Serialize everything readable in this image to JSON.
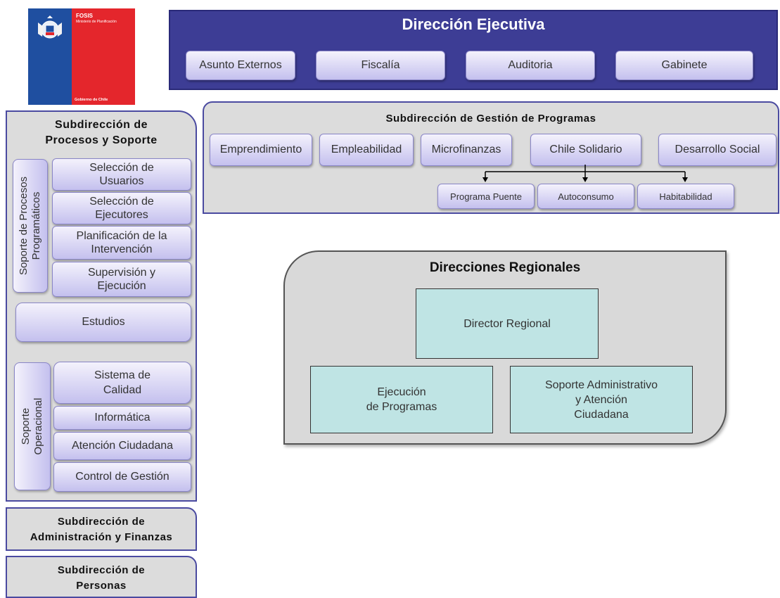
{
  "logo": {
    "line1": "FOSIS",
    "line2": "Ministerio de Planificación",
    "line3": "Gobierno de Chile"
  },
  "direccion_ejecutiva": {
    "title": "Dirección Ejecutiva",
    "units": [
      "Asunto Externos",
      "Fiscalía",
      "Auditoria",
      "Gabinete"
    ]
  },
  "gestion_programas": {
    "title": "Subdirección de Gestión de Programas",
    "programs": [
      "Emprendimiento",
      "Empleabilidad",
      "Microfinanzas",
      "Chile Solidario",
      "Desarrollo Social"
    ],
    "chile_solidario_sub": [
      "Programa Puente",
      "Autoconsumo",
      "Habitabilidad"
    ]
  },
  "procesos_soporte": {
    "title_line1": "Subdirección de",
    "title_line2": "Procesos y Soporte",
    "group1_label_line1": "Soporte de Procesos",
    "group1_label_line2": "Programáticos",
    "group1_items": [
      {
        "l1": "Selección de",
        "l2": "Usuarios"
      },
      {
        "l1": "Selección de",
        "l2": "Ejecutores"
      },
      {
        "l1": "Planificación de la",
        "l2": "Intervención"
      },
      {
        "l1": "Supervisión y",
        "l2": "Ejecución"
      }
    ],
    "estudios": "Estudios",
    "group2_label_line1": "Soporte",
    "group2_label_line2": "Operacional",
    "group2_items": [
      {
        "l1": "Sistema de",
        "l2": "Calidad"
      },
      {
        "l1": "Informática",
        "l2": ""
      },
      {
        "l1": "Atención Ciudadana",
        "l2": ""
      },
      {
        "l1": "Control de Gestión",
        "l2": ""
      }
    ]
  },
  "administracion": {
    "line1": "Subdirección de",
    "line2": "Administración y Finanzas"
  },
  "personas": {
    "line1": "Subdirección de",
    "line2": "Personas"
  },
  "regionales": {
    "title": "Direcciones Regionales",
    "director": "Director Regional",
    "ejecucion_l1": "Ejecución",
    "ejecucion_l2": "de Programas",
    "soporte_l1": "Soporte Administrativo",
    "soporte_l2": "y Atención",
    "soporte_l3": "Ciudadana"
  },
  "colors": {
    "ejecutiva_bg": "#3d3d95",
    "pill_top": "#f4f2fc",
    "pill_bottom": "#c4c0ee",
    "panel_bg": "#dcdcdc",
    "teal_box": "#bfe4e4",
    "logo_blue": "#1f4fa0",
    "logo_red": "#e4262c"
  }
}
